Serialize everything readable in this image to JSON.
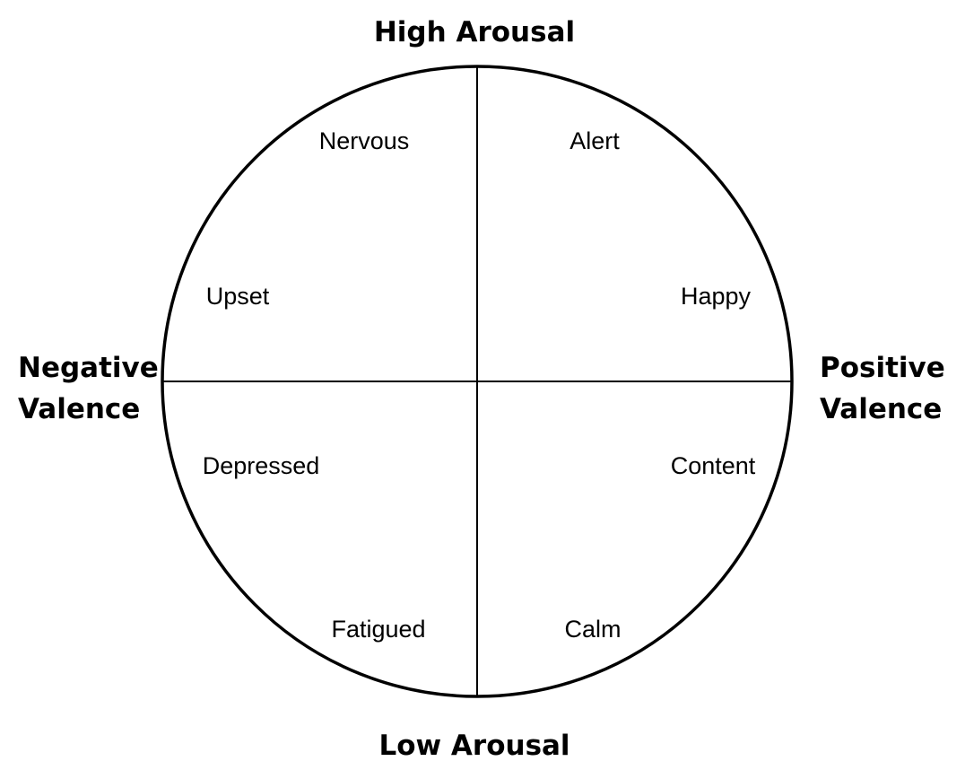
{
  "axes": {
    "top": "High Arousal",
    "bottom": "Low Arousal",
    "left": [
      "Negative",
      "Valence"
    ],
    "right": [
      "Positive",
      "Valence"
    ]
  },
  "emotions": {
    "nervous": "Nervous",
    "alert": "Alert",
    "upset": "Upset",
    "happy": "Happy",
    "depressed": "Depressed",
    "content": "Content",
    "fatigued": "Fatigued",
    "calm": "Calm"
  }
}
